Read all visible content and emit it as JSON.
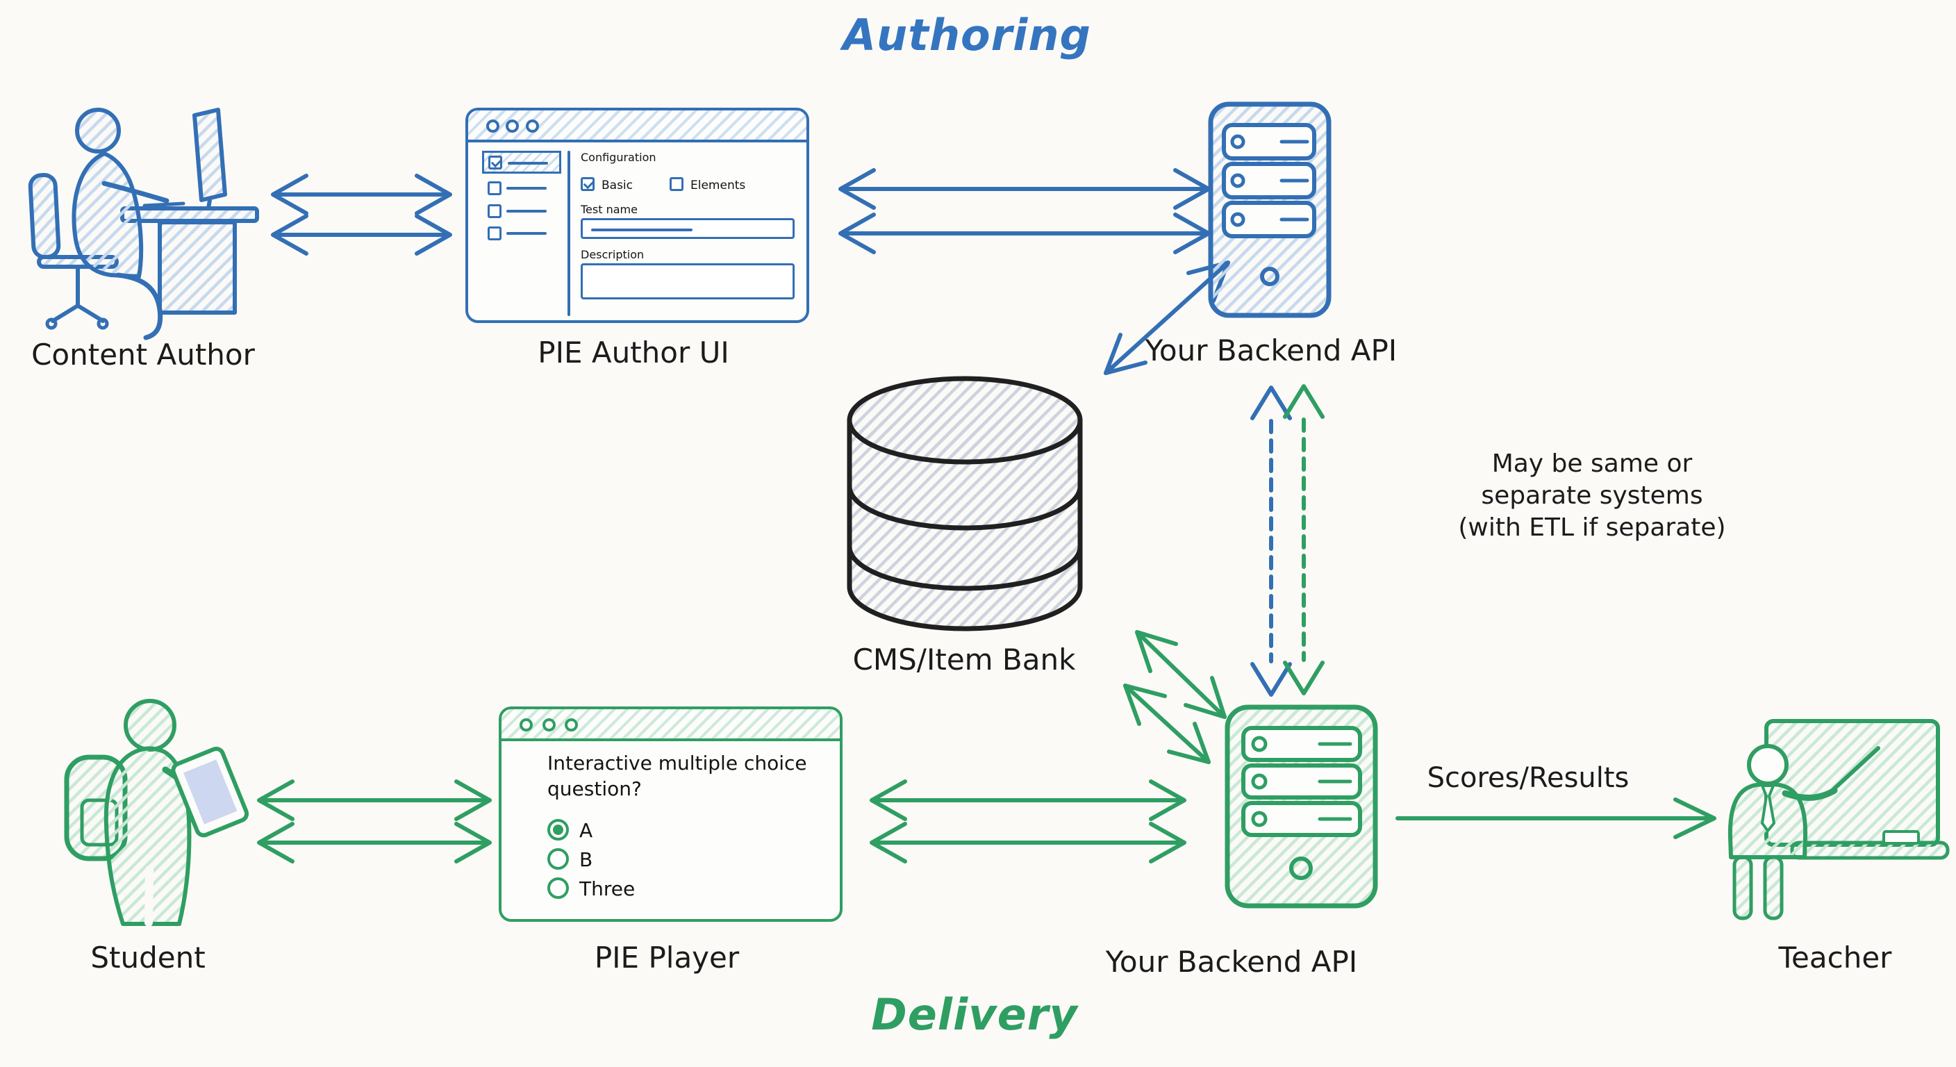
{
  "titles": {
    "authoring": "Authoring",
    "delivery": "Delivery"
  },
  "colors": {
    "blue": "#336fb4",
    "green": "#2f9e62",
    "ink": "#1b1b1b"
  },
  "nodes": {
    "content_author": {
      "label": "Content Author"
    },
    "pie_author_ui": {
      "label": "PIE Author UI"
    },
    "backend_api_authoring": {
      "label": "Your Backend API"
    },
    "cms": {
      "label": "CMS/Item Bank"
    },
    "student": {
      "label": "Student"
    },
    "pie_player": {
      "label": "PIE Player"
    },
    "backend_api_delivery": {
      "label": "Your Backend API"
    },
    "teacher": {
      "label": "Teacher"
    }
  },
  "author_ui_window": {
    "section_heading": "Configuration",
    "checkboxes": [
      {
        "label": "Basic",
        "checked": true
      },
      {
        "label": "Elements",
        "checked": false
      }
    ],
    "fields": [
      {
        "label": "Test name",
        "value_present": true
      },
      {
        "label": "Description",
        "value_present": false
      }
    ]
  },
  "player_window": {
    "question": "Interactive multiple choice question?",
    "options": [
      {
        "label": "A",
        "selected": true
      },
      {
        "label": "B",
        "selected": false
      },
      {
        "label": "Three",
        "selected": false
      }
    ]
  },
  "annotations": {
    "note_lines": [
      "May be same or",
      "separate systems",
      "(with ETL if separate)"
    ],
    "scores_label": "Scores/Results"
  }
}
